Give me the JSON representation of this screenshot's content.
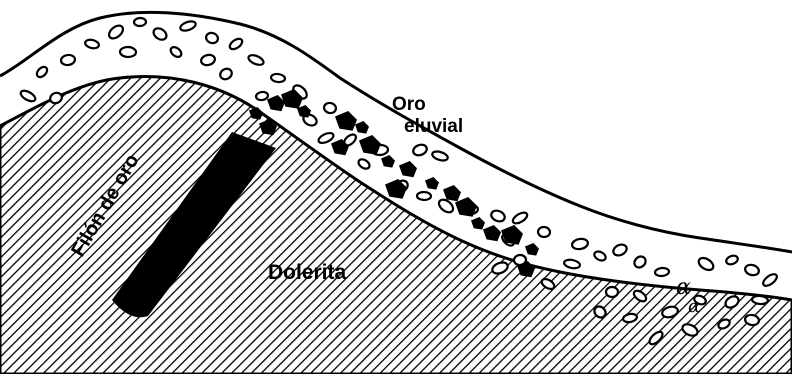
{
  "labels": {
    "vein": "Filón de oro",
    "rock": "Dolerita",
    "gold_line1": "Oro",
    "gold_line2": "eluvial"
  },
  "colors": {
    "ink": "#000000",
    "paper": "#ffffff"
  }
}
